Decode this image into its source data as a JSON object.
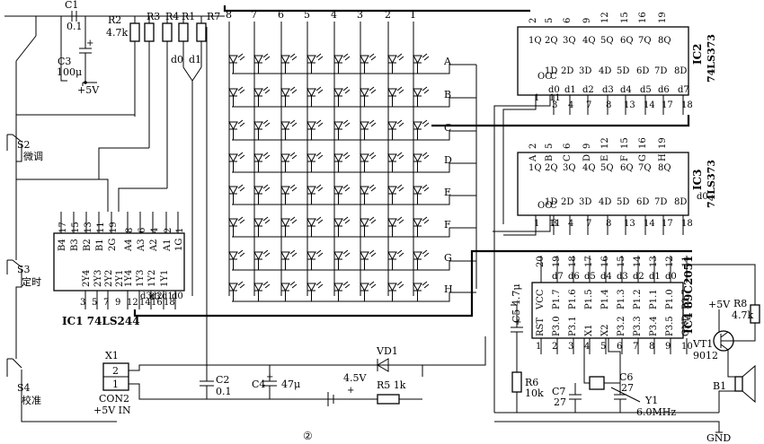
{
  "components": {
    "c1": {
      "ref": "C1",
      "value": "0.1"
    },
    "c3": {
      "ref": "C3",
      "value": "100μ"
    },
    "supply_top": "+5V",
    "r2": {
      "ref": "R2",
      "value": "4.7k"
    },
    "r3": "R3",
    "r4": "R4",
    "r1": "R1",
    "r7": "R7",
    "d0": "d0",
    "d1": "d1",
    "s2": {
      "ref": "S2",
      "label": "微调"
    },
    "s3": {
      "ref": "S3",
      "label": "定时"
    },
    "s4": {
      "ref": "S4",
      "label": "校准"
    },
    "x1": {
      "ref": "X1",
      "label": "CON2",
      "sub": "+5V IN",
      "pin1": "1",
      "pin2": "2"
    },
    "c2": {
      "ref": "C2",
      "value": "0.1"
    },
    "c4": {
      "ref": "C4",
      "value": "47μ"
    },
    "batt": "4.5V",
    "r5": "R5 1k",
    "vd1": "VD1",
    "r6": {
      "ref": "R6",
      "value": "10k"
    },
    "c5": "C5 4.7μ",
    "c6": {
      "ref": "C6",
      "value": "27"
    },
    "c7": {
      "ref": "C7",
      "value": "27"
    },
    "y1": {
      "ref": "Y1",
      "value": "6.0MHz"
    },
    "r8": {
      "ref": "R8",
      "value": "4.7k"
    },
    "vt1": {
      "ref": "VT1",
      "value": "9012",
      "supply": "+5V"
    },
    "b1": "B1",
    "gnd": "GND",
    "figure_number": "②"
  },
  "matrix": {
    "columns": [
      "8",
      "7",
      "6",
      "5",
      "4",
      "3",
      "2",
      "1"
    ],
    "rows": [
      "A",
      "B",
      "C",
      "D",
      "E",
      "F",
      "G",
      "H"
    ]
  },
  "ic1": {
    "title": "IC1 74LS244",
    "top_pins": [
      "17",
      "15",
      "13",
      "11",
      "19",
      "8",
      "6",
      "4",
      "2",
      "1"
    ],
    "top_names": [
      "B4",
      "B3",
      "B2",
      "B1",
      "2G",
      "A4",
      "A3",
      "A2",
      "A1",
      "1G"
    ],
    "bottom_names": [
      "2Y4",
      "2Y3",
      "2Y2",
      "2Y1",
      "1Y4",
      "1Y3",
      "1Y2",
      "1Y1"
    ],
    "bottom_pins": [
      "3",
      "5",
      "7",
      "9",
      "12",
      "14",
      "16",
      "18"
    ],
    "bottom_data": [
      "d3",
      "d2",
      "d1",
      "d0"
    ]
  },
  "ic2": {
    "name": "IC2",
    "part": "74LS373",
    "top_pins": [
      "2",
      "5",
      "6",
      "9",
      "12",
      "15",
      "16",
      "19"
    ],
    "q_names": [
      "1Q",
      "2Q",
      "3Q",
      "4Q",
      "5Q",
      "6Q",
      "7Q",
      "8Q"
    ],
    "d_names": [
      "1D",
      "2D",
      "3D",
      "4D",
      "5D",
      "6D",
      "7D",
      "8D"
    ],
    "bottom_data": [
      "d0",
      "d1",
      "d2",
      "d3",
      "d4",
      "d5",
      "d6",
      "d7"
    ],
    "bottom_pins": [
      "3",
      "4",
      "7",
      "8",
      "13",
      "14",
      "17",
      "18"
    ],
    "oc": "OC",
    "c": "C",
    "oc_pin": "1",
    "c_pin": "11"
  },
  "ic3": {
    "name": "IC3",
    "part": "74LS373",
    "top_pins": [
      "2",
      "5",
      "6",
      "9",
      "12",
      "15",
      "16",
      "19"
    ],
    "top_letters": [
      "A",
      "B",
      "C",
      "D",
      "E",
      "F",
      "G",
      "H"
    ],
    "q_names": [
      "1Q",
      "2Q",
      "3Q",
      "4Q",
      "5Q",
      "6Q",
      "7Q",
      "8Q"
    ],
    "d_names": [
      "1D",
      "2D",
      "3D",
      "4D",
      "5D",
      "6D",
      "7D",
      "8D"
    ],
    "bottom_pins": [
      "3",
      "4",
      "7",
      "8",
      "13",
      "14",
      "17",
      "18"
    ],
    "side_label": "d0",
    "oc": "OC",
    "c": "C",
    "oc_pin": "1",
    "c_pin": "11"
  },
  "ic4": {
    "name": "IC4",
    "part": "89C2051",
    "top_pins": [
      "20",
      "19",
      "18",
      "17",
      "16",
      "15",
      "14",
      "13",
      "12",
      "11"
    ],
    "top_data": [
      "d7",
      "d6",
      "d5",
      "d4",
      "d3",
      "d2",
      "d1",
      "d0"
    ],
    "top_names": [
      "VCC",
      "P1.7",
      "P1.6",
      "P1.5",
      "P1.4",
      "P1.3",
      "P1.2",
      "P1.1",
      "P1.0",
      "P3.7"
    ],
    "bottom_names": [
      "RST",
      "P3.0",
      "P3.1",
      "X1",
      "X2",
      "P3.2",
      "P3.3",
      "P3.4",
      "P3.5",
      "GND"
    ],
    "bottom_pins": [
      "1",
      "2",
      "3",
      "4",
      "5",
      "6",
      "7",
      "8",
      "9",
      "10"
    ]
  }
}
